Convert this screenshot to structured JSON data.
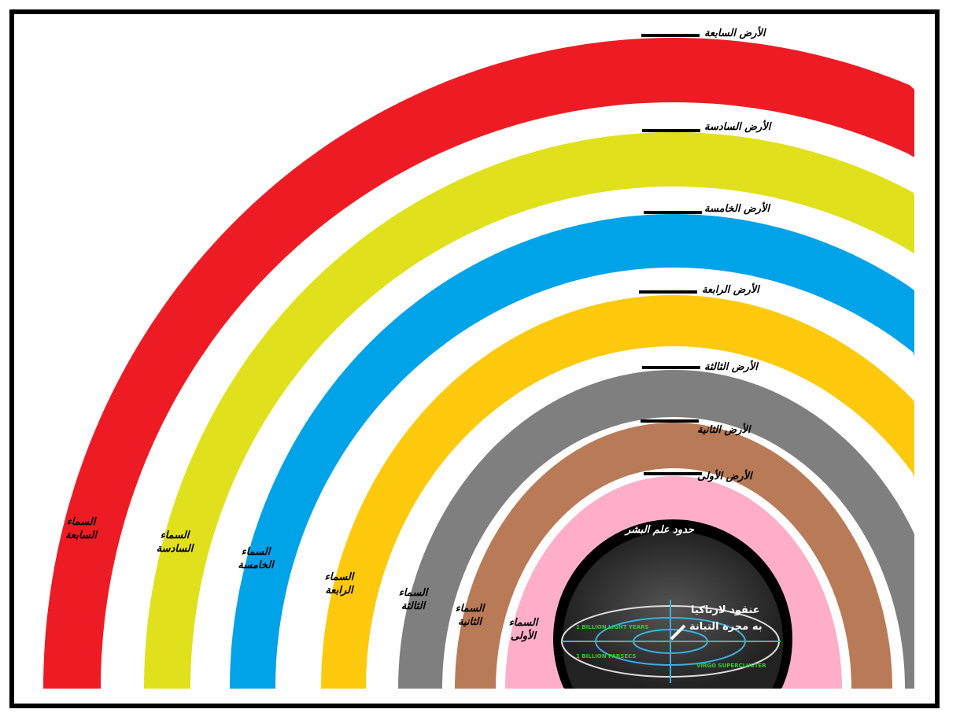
{
  "colors": {
    "seventh": "#ed1c24",
    "sixth": "#e1e01c",
    "fifth": "#00a2e8",
    "fourth": "#ffc90e",
    "third": "#7f7f7f",
    "second": "#b97a57",
    "first": "#ffaec9",
    "core": "#000000"
  },
  "earths": [
    "الأرض السابعة",
    "الأرض السادسة",
    "الأرض الخامسة",
    "الأرض الرابعة",
    "الأرض الثالثة",
    "الأرض الثانية",
    "الأرض الأولى"
  ],
  "skies": [
    [
      "السماء",
      "السابعة"
    ],
    [
      "السماء",
      "السادسة"
    ],
    [
      "السماء",
      "الخامسة"
    ],
    [
      "السماء",
      "الرابعة"
    ],
    [
      "السماء",
      "الثالثة"
    ],
    [
      "السماء",
      "الثانية"
    ],
    [
      "السماء",
      "الأولى"
    ]
  ],
  "core": {
    "title": "حدود علم البشر",
    "cluster_line1": "عنقود لارناكيا",
    "cluster_line2": "به مجرة التبانة",
    "scale_ly": "1 BILLION LIGHT YEARS",
    "scale_pc": "1 BILLION PARSECS",
    "supercluster": "VIRGO SUPERCLUSTER"
  }
}
